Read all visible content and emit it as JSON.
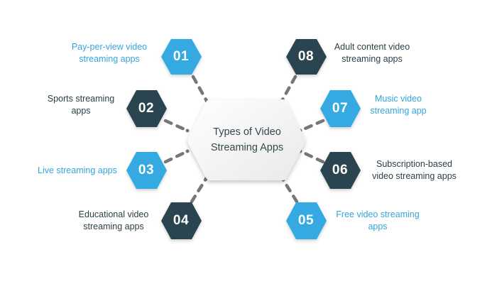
{
  "diagram": {
    "title_line1": "Types of Video",
    "title_line2": "Streaming Apps",
    "colors": {
      "blue": "#35a9e1",
      "dark": "#2c444f",
      "connector": "#777777",
      "center_fill": "#f4f4f4",
      "blue_text": "#35a4dc",
      "dark_text": "#2d3e46"
    },
    "items": [
      {
        "number": "01",
        "line1": "Pay-per-view video",
        "line2": "streaming apps",
        "color": "blue"
      },
      {
        "number": "02",
        "line1": "Sports streaming",
        "line2": "apps",
        "color": "dark"
      },
      {
        "number": "03",
        "line1": "Live streaming apps",
        "line2": "",
        "color": "blue"
      },
      {
        "number": "04",
        "line1": "Educational video",
        "line2": "streaming apps",
        "color": "dark"
      },
      {
        "number": "05",
        "line1": "Free video streaming",
        "line2": "apps",
        "color": "blue"
      },
      {
        "number": "06",
        "line1": "Subscription-based",
        "line2": "video streaming apps",
        "color": "dark"
      },
      {
        "number": "07",
        "line1": "Music video",
        "line2": "streaming app",
        "color": "blue"
      },
      {
        "number": "08",
        "line1": "Adult content video",
        "line2": "streaming apps",
        "color": "dark"
      }
    ]
  }
}
